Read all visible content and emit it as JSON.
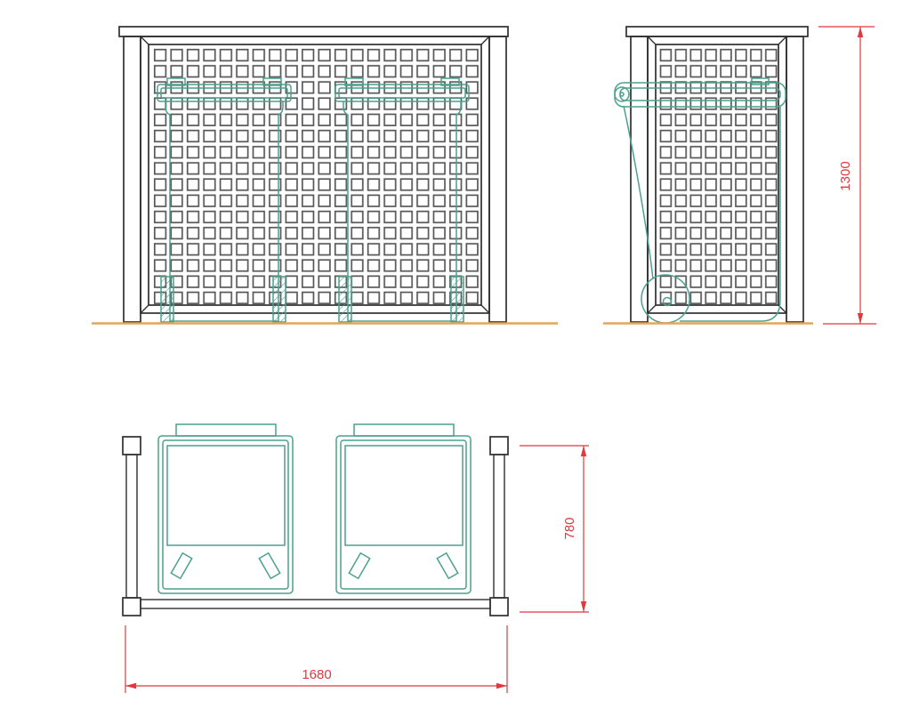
{
  "drawing": {
    "type": "cad-orthographic-views",
    "subject": "double-wheelie-bin-store-with-trellis-screen",
    "dimensions": {
      "height": "1300",
      "depth": "780",
      "width": "1680"
    },
    "views": {
      "front_elevation": {
        "lattice_columns": 20,
        "lattice_rows": 16,
        "bins_visible": 2
      },
      "side_elevation": {
        "lattice_columns": 8,
        "lattice_rows": 16,
        "bins_visible": 1
      },
      "plan": {
        "bins_visible": 2
      }
    },
    "colors": {
      "background": "#ffffff",
      "line": "#2f2f2f",
      "grid": "#575757",
      "bin": "#4ba18d",
      "ground": "#e2a55b",
      "dimension": "#e0383c"
    }
  }
}
